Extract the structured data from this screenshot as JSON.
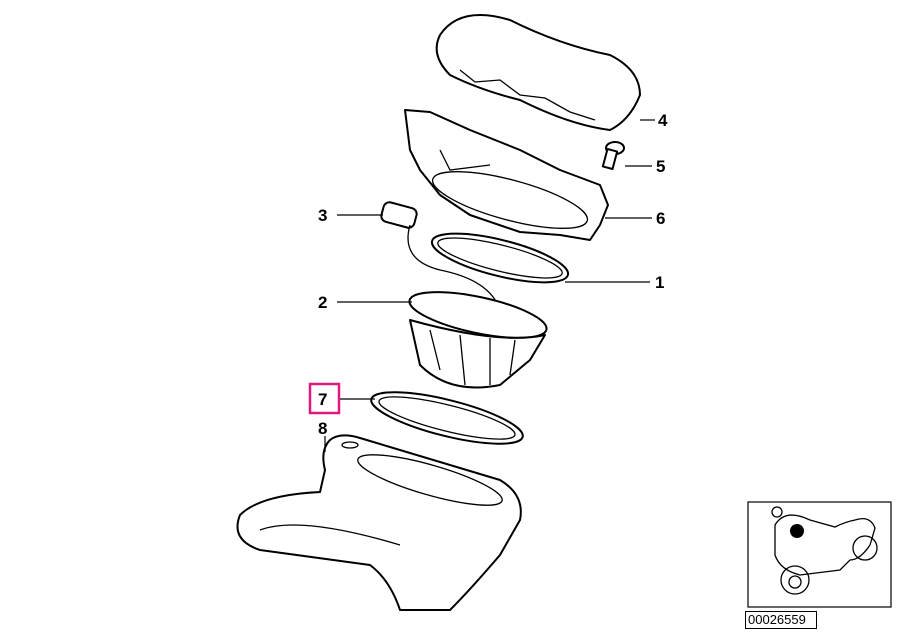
{
  "diagram": {
    "callouts": [
      {
        "id": "1",
        "label": "1"
      },
      {
        "id": "2",
        "label": "2"
      },
      {
        "id": "3",
        "label": "3"
      },
      {
        "id": "4",
        "label": "4"
      },
      {
        "id": "5",
        "label": "5"
      },
      {
        "id": "6",
        "label": "6"
      },
      {
        "id": "7",
        "label": "7",
        "highlighted": true
      },
      {
        "id": "8",
        "label": "8"
      }
    ],
    "highlight_color": "#e0197d"
  },
  "thumbnail": {
    "number": "00026559"
  }
}
